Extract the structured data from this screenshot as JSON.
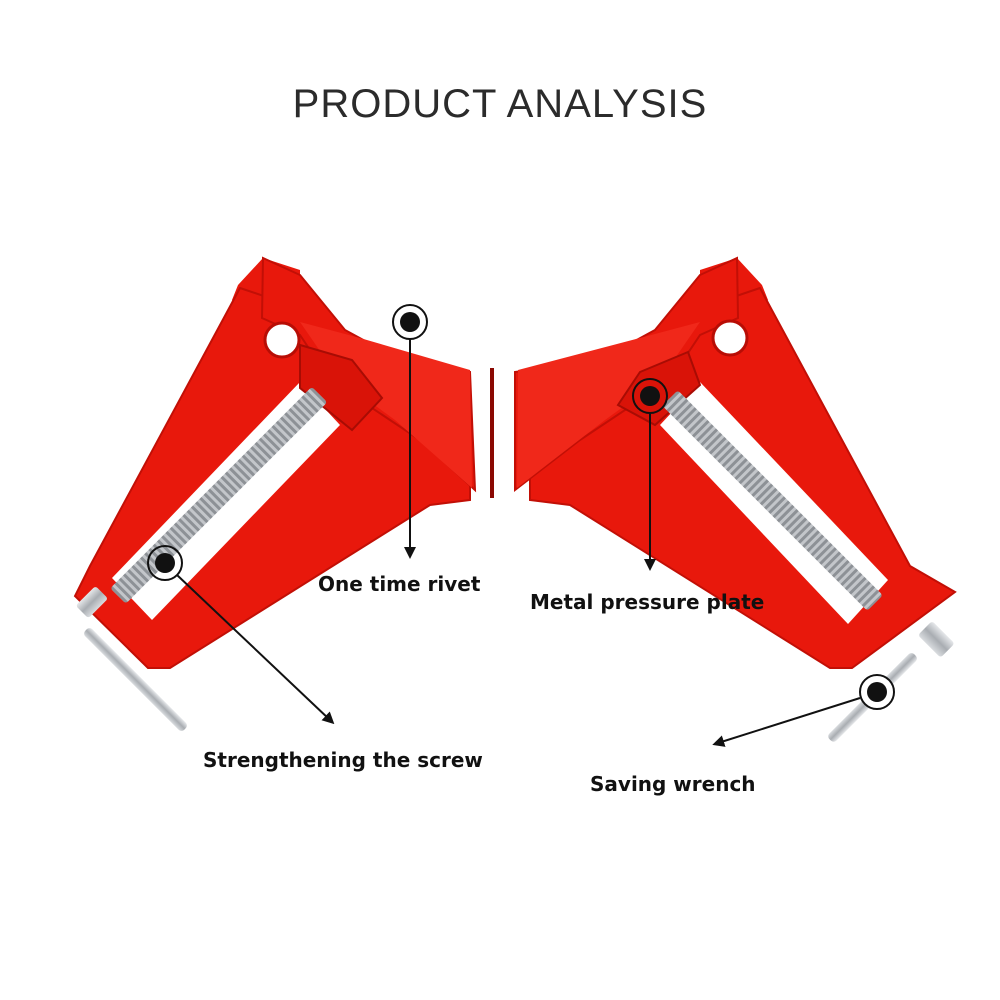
{
  "title": "PRODUCT ANALYSIS",
  "callouts": {
    "rivet": "One time rivet",
    "plate": "Metal pressure plate",
    "screw": "Strengthening the screw",
    "wrench": "Saving wrench"
  },
  "colors": {
    "clamp_red": "#e8180c",
    "clamp_shadow": "#b80d05",
    "screw_steel": "#b9bcc0",
    "text": "#111111",
    "background": "#ffffff"
  }
}
